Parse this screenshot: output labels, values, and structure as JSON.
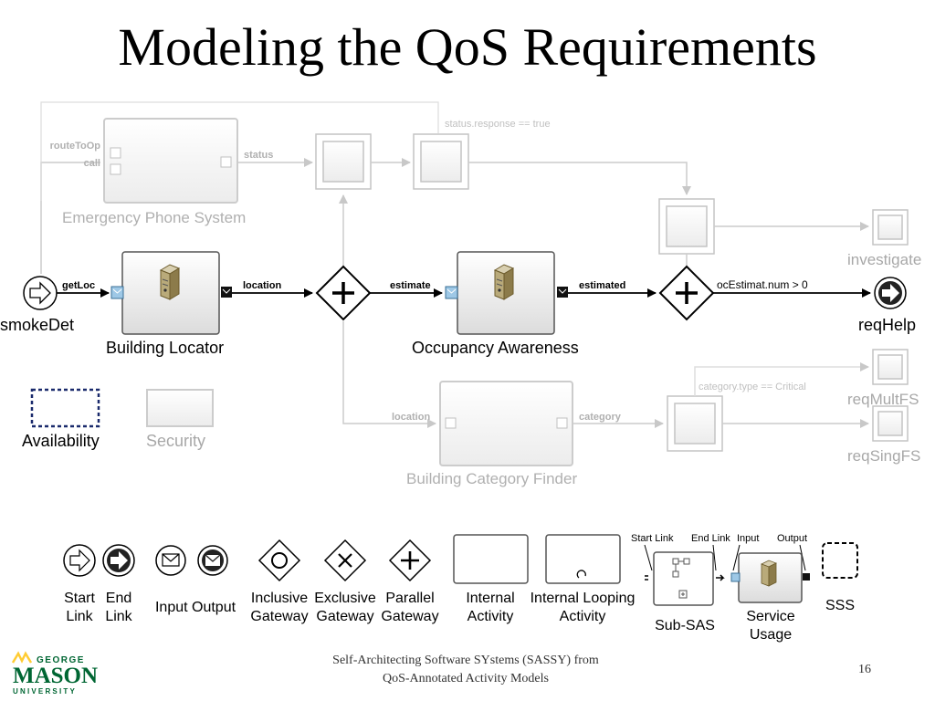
{
  "title": "Modeling the QoS Requirements",
  "diagram": {
    "top": {
      "emergency_phone_system": "Emergency Phone System",
      "route_to_op": "routeToOp",
      "call": "call",
      "status": "status",
      "status_condition": "status.response == true"
    },
    "main": {
      "smoke_det": "smokeDet",
      "get_loc": "getLoc",
      "building_locator": "Building Locator",
      "location": "location",
      "estimate": "estimate",
      "occupancy_awareness": "Occupancy Awareness",
      "estimated": "estimated",
      "oc_condition": "ocEstimat.num > 0",
      "investigate": "investigate",
      "req_help": "reqHelp"
    },
    "bottom": {
      "location": "location",
      "building_category_finder": "Building Category Finder",
      "category": "category",
      "category_condition": "category.type == Critical",
      "req_mult_fs": "reqMultFS",
      "req_sing_fs": "reqSingFS"
    },
    "availability": "Availability",
    "security": "Security"
  },
  "legend": {
    "start_link": [
      "Start",
      "Link"
    ],
    "end_link": [
      "End",
      "Link"
    ],
    "input_output": "Input Output",
    "inclusive_gateway": [
      "Inclusive",
      "Gateway"
    ],
    "exclusive_gateway": [
      "Exclusive",
      "Gateway"
    ],
    "parallel_gateway": [
      "Parallel",
      "Gateway"
    ],
    "internal_activity": [
      "Internal",
      "Activity"
    ],
    "internal_looping_activity": [
      "Internal Looping",
      "Activity"
    ],
    "sub_sas": "Sub-SAS",
    "start_link_small": "Start Link",
    "end_link_small": "End Link",
    "input_small": "Input",
    "output_small": "Output",
    "service_usage": [
      "Service",
      "Usage"
    ],
    "sss": "SSS"
  },
  "footer": {
    "line1": "Self-Architecting Software SYstems (SASSY) from",
    "line2": "QoS-Annotated Activity Models",
    "page": "16"
  },
  "logo": {
    "george": "GEORGE",
    "mason": "MASON",
    "university": "UNIVERSITY",
    "color": "#006633",
    "accent": "#FFCC33"
  },
  "colors": {
    "dark": "#000000",
    "faded": "#b8b8b8",
    "faded_text": "#a8a8a8",
    "availability_border": "#1a2a6c"
  }
}
